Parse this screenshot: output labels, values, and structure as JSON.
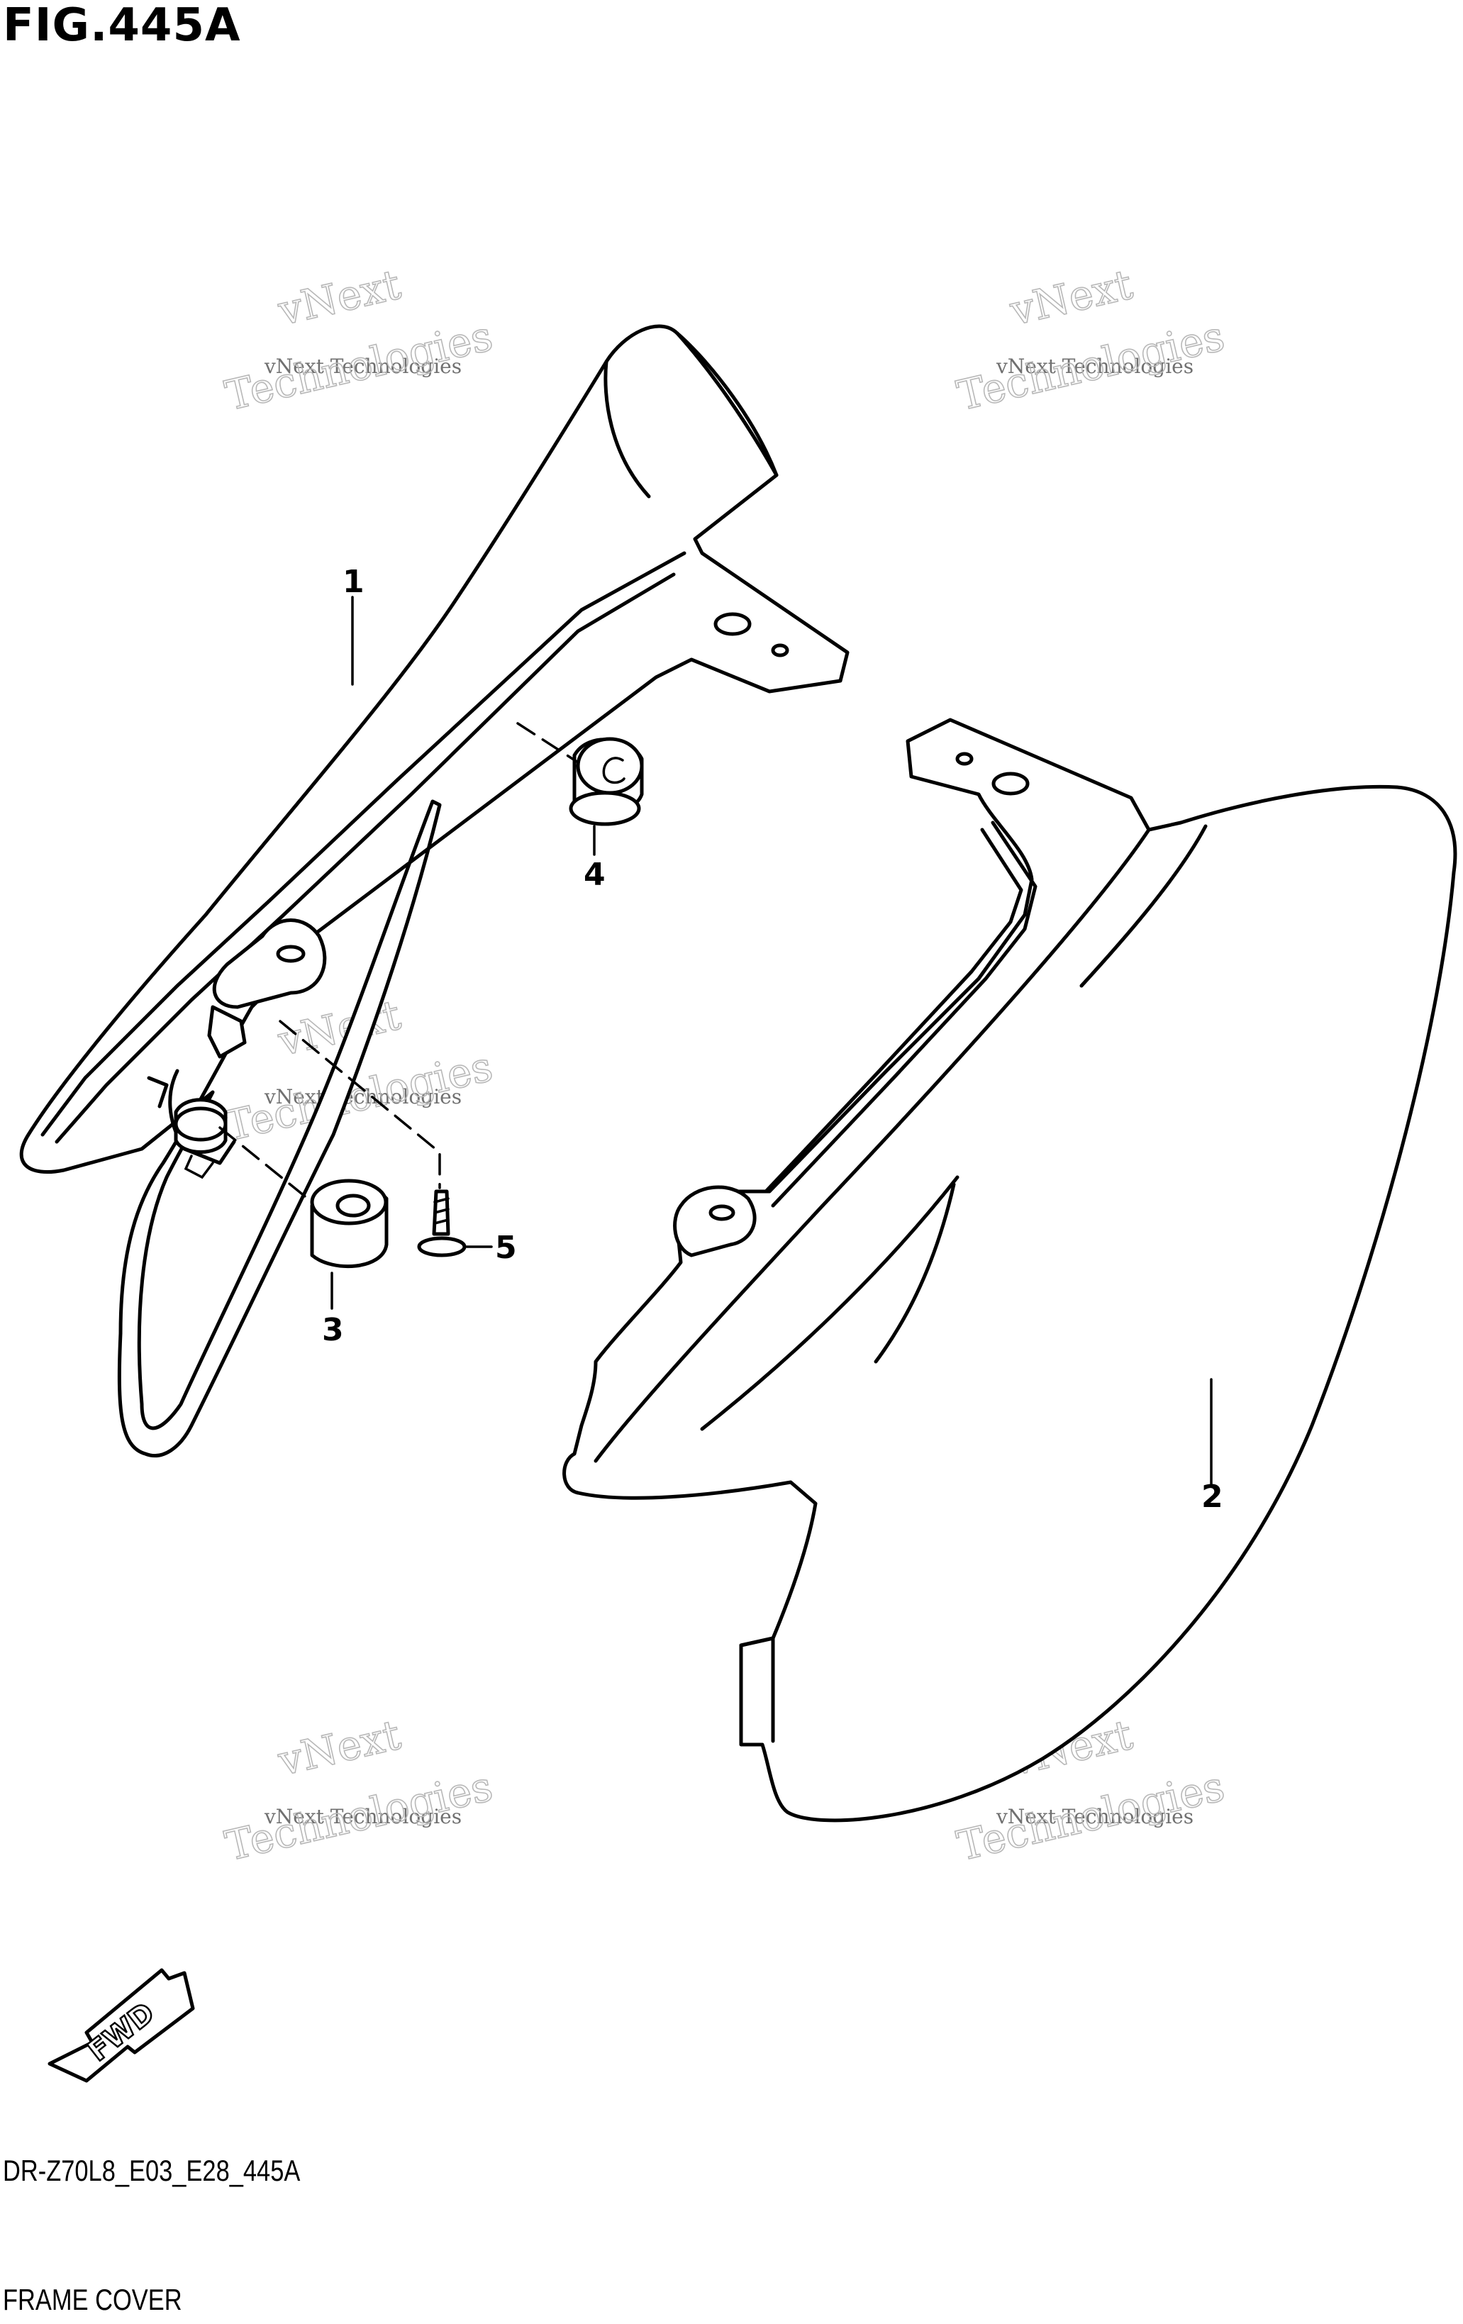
{
  "header": {
    "title": "FIG.445A"
  },
  "footer": {
    "diagram_code": "DR-Z70L8_E03_E28_445A",
    "caption": "FRAME COVER"
  },
  "callouts": [
    "1",
    "2",
    "3",
    "4",
    "5"
  ],
  "watermark": {
    "line1": "vNext",
    "line2": "vNext Technologies",
    "line3": "Technologies"
  },
  "direction_arrow": {
    "label": "FWD",
    "icon": "fwd-arrow-icon"
  }
}
